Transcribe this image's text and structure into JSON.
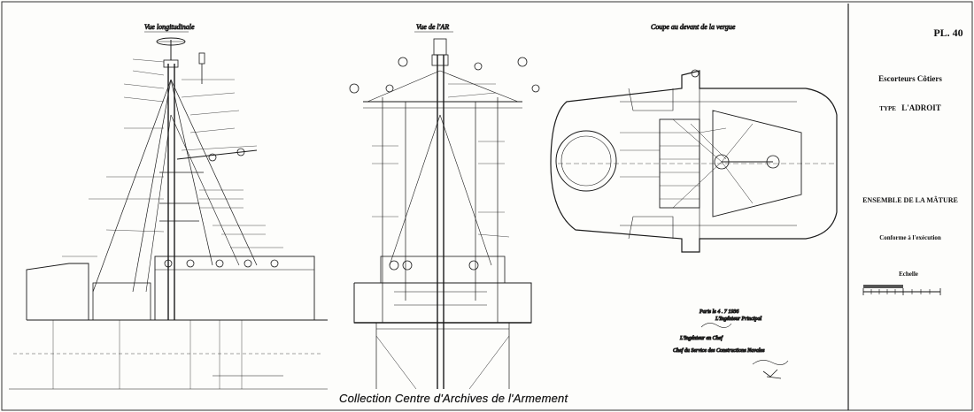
{
  "plate": {
    "number": "PL. 40"
  },
  "views": {
    "longitudinal": "Vue longitudinale",
    "aft": "Vue de l'AR",
    "section": "Coupe au devant de la vergue"
  },
  "title_block": {
    "class_line": "Escorteurs Côtiers",
    "type_prefix": "TYPE",
    "type_name": "L'ADROIT",
    "subtitle": "Ensemble de la Mâture",
    "conformity": "Conforme à l'exécution",
    "scale_label": "Echelle"
  },
  "signatures": {
    "date_line": "Paris le 4 . 7 1936",
    "engineer_line1": "L'Ingénieur Principal",
    "chief_title": "L'Ingénieur en Chef",
    "chief_line2": "Chef du Service des Constructions Navales"
  },
  "watermark": "Collection Centre d'Archives de l'Armement",
  "icons": {
    "signature": "signature-mark-icon"
  }
}
